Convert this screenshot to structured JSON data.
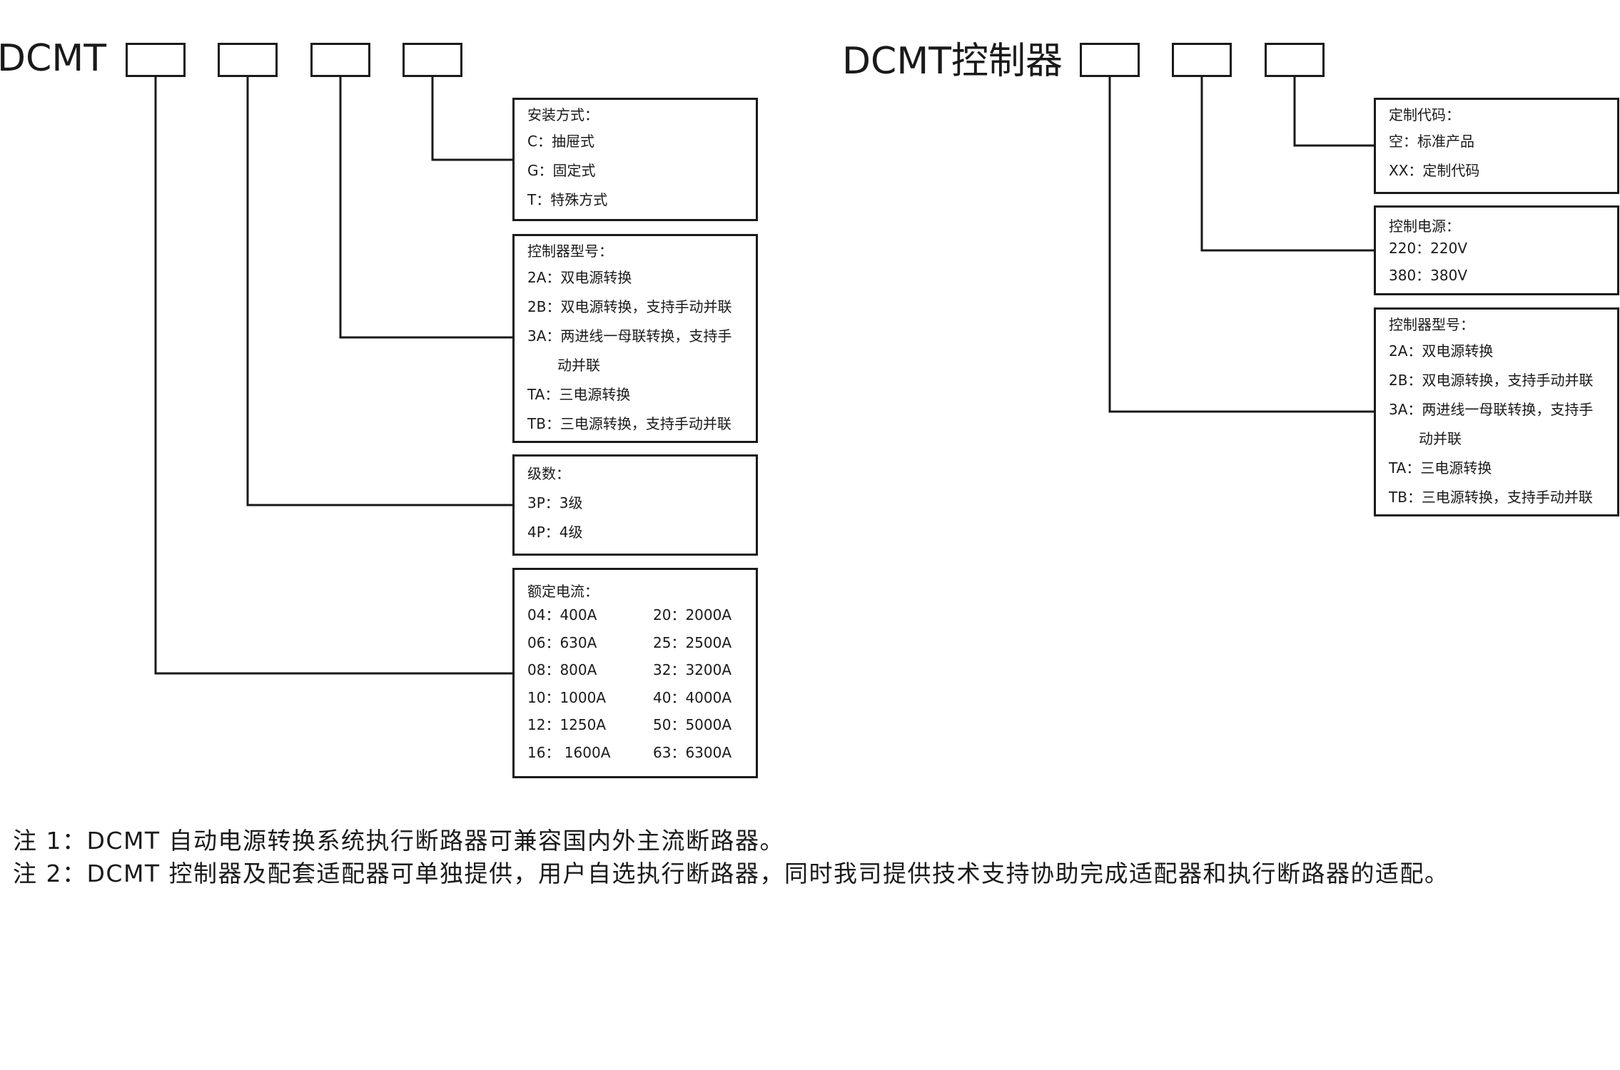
{
  "left_model": {
    "title": "DCMT",
    "boxes": {
      "mounting": {
        "title": "安装方式：",
        "items": [
          "C：抽屉式",
          "G：固定式",
          "T：特殊方式"
        ]
      },
      "controller": {
        "title": "控制器型号：",
        "items": [
          "2A：双电源转换",
          "2B：双电源转换，支持手动并联",
          "3A：两进线一母联转换，支持手",
          "动并联",
          "TA：三电源转换",
          "TB：三电源转换，支持手动并联"
        ]
      },
      "poles": {
        "title": "级数：",
        "items": [
          "3P：3级",
          "4P：4级"
        ]
      },
      "current": {
        "title": "额定电流：",
        "rows": [
          [
            "04：400A",
            "20：2000A"
          ],
          [
            "06：630A",
            "25：2500A"
          ],
          [
            "08：800A",
            "32：3200A"
          ],
          [
            "10：1000A",
            "40：4000A"
          ],
          [
            "12：1250A",
            "50：5000A"
          ],
          [
            "16： 1600A",
            "63：6300A"
          ]
        ]
      }
    }
  },
  "right_model": {
    "title": "DCMT控制器",
    "boxes": {
      "custom_code": {
        "title": "定制代码：",
        "items": [
          "空：标准产品",
          "XX：定制代码"
        ]
      },
      "power": {
        "title": "控制电源：",
        "items": [
          "220：220V",
          "380：380V"
        ]
      },
      "controller": {
        "title": "控制器型号：",
        "items": [
          "2A：双电源转换",
          "2B：双电源转换，支持手动并联",
          "3A：两进线一母联转换，支持手",
          "动并联",
          "TA：三电源转换",
          "TB：三电源转换，支持手动并联"
        ]
      }
    }
  },
  "notes": [
    "注 1：DCMT 自动电源转换系统执行断路器可兼容国内外主流断路器。",
    "注 2：DCMT 控制器及配套适配器可单独提供，用户自选执行断路器，同时我司提供技术支持协助完成适配器和执行断路器的适配。"
  ],
  "colors": {
    "line": "#1a1a1a",
    "background": "#ffffff"
  }
}
